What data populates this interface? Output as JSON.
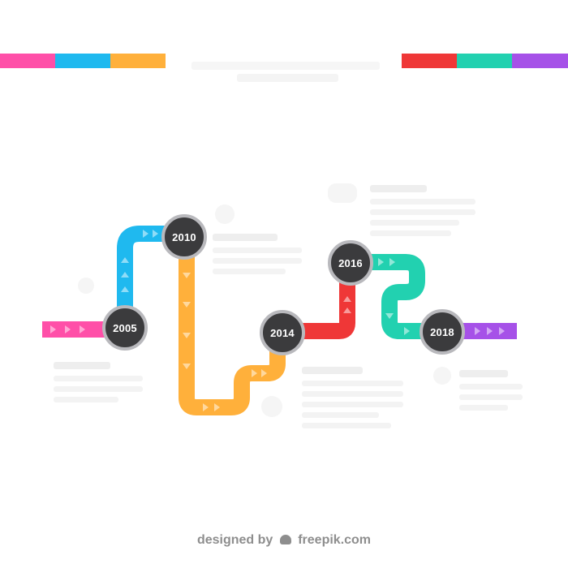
{
  "milestones": [
    {
      "year": "2005",
      "color": "#ff4fa8"
    },
    {
      "year": "2010",
      "color": "#1fb9ef"
    },
    {
      "year": "2014",
      "color": "#ffb03b"
    },
    {
      "year": "2016",
      "color": "#ef3737"
    },
    {
      "year": "2018",
      "color": "#22d1b0"
    }
  ],
  "end_color": "#a651e8",
  "header_stripes": [
    "#ff4fa8",
    "#1fb9ef",
    "#ffb03b",
    "#ef3737",
    "#22d1b0",
    "#a651e8"
  ],
  "credit": {
    "designed_by": "designed by",
    "brand": "freepik.com"
  }
}
